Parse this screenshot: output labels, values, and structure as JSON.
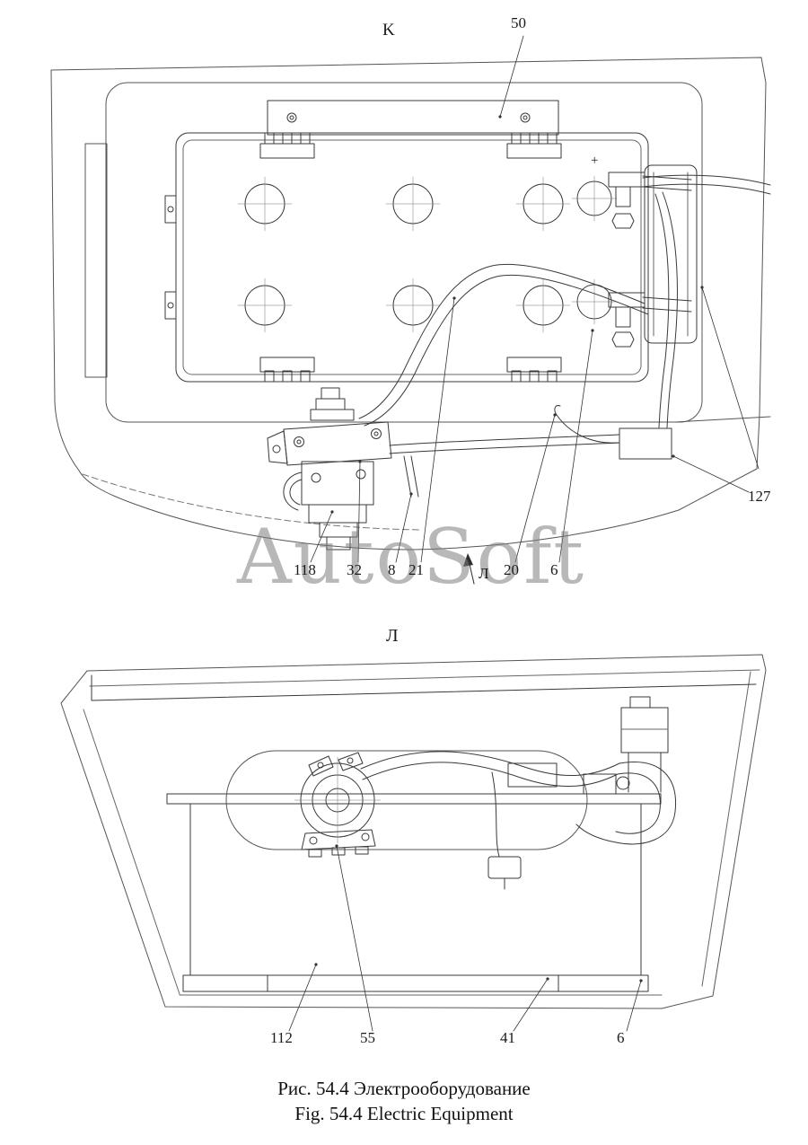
{
  "figure": {
    "caption_ru": "Рис. 54.4 Электрооборудование",
    "caption_en": "Fig. 54.4 Electric Equipment"
  },
  "watermark": "AutoSoft",
  "view_labels": {
    "top": "K",
    "bottom": "Л",
    "direction_marker": "Л"
  },
  "symbols": {
    "plus_terminal": "+"
  },
  "callouts_top": {
    "n50": "50",
    "n118": "118",
    "n32": "32",
    "n8": "8",
    "n21": "21",
    "n20": "20",
    "n6": "6",
    "n127": "127"
  },
  "callouts_bottom": {
    "n112": "112",
    "n55": "55",
    "n41": "41",
    "n6": "6"
  }
}
